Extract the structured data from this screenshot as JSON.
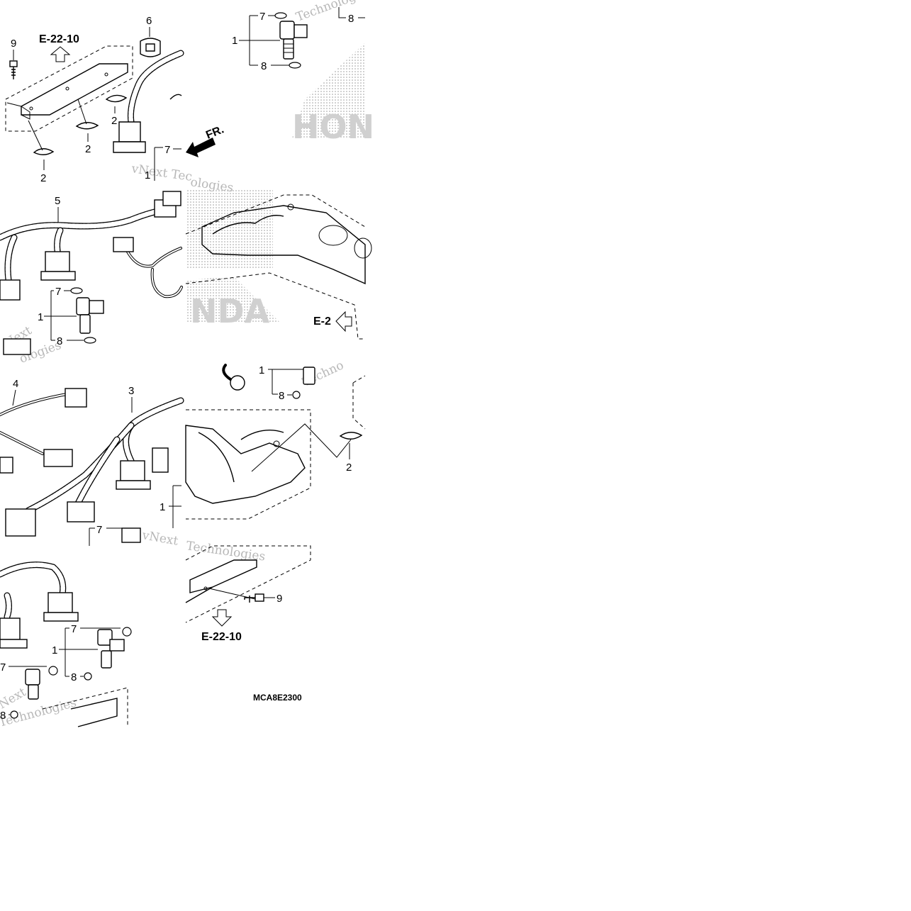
{
  "diagram": {
    "code": "MCA8E2300",
    "refs": {
      "top_left": "E-22-10",
      "right_mid": "E-2",
      "bottom": "E-22-10"
    },
    "direction": "FR.",
    "watermarks": [
      "Technologies",
      "vNext Tec",
      "ologies",
      "Next",
      "ologies",
      "Techno",
      "vNext",
      "Technologies",
      "Next",
      "Technologies"
    ],
    "brand_letters": {
      "top": "HON",
      "mid": "NDA"
    },
    "part_numbers": {
      "p1": "1",
      "p2": "2",
      "p3": "3",
      "p4": "4",
      "p5": "5",
      "p6": "6",
      "p7": "7",
      "p8": "8",
      "p9": "9"
    }
  }
}
